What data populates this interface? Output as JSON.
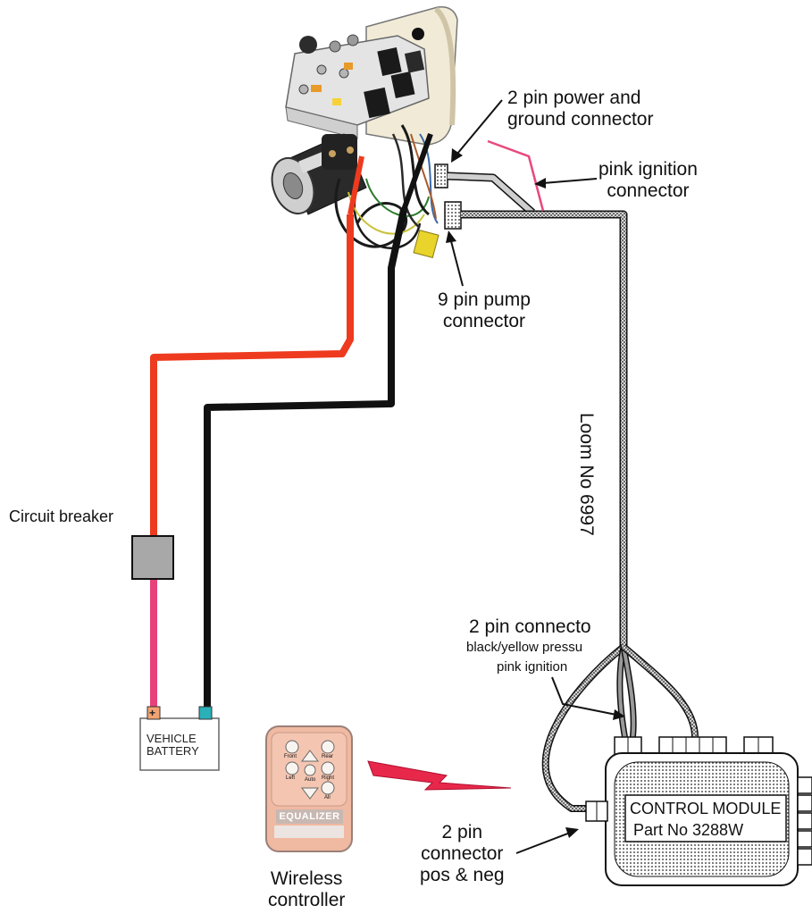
{
  "labels": {
    "power_ground_line1": "2 pin power and",
    "power_ground_line2": "ground connector",
    "pink_ignition_line1": "pink ignition",
    "pink_ignition_line2": "connector",
    "pump_line1": "9 pin pump",
    "pump_line2": "connector",
    "loom": "Loom No 6997",
    "circuit_breaker": "Circuit  breaker",
    "two_pin_connecto": "2 pin connecto",
    "black_yellow": "black/yellow pressu",
    "pink_ignition_small": "pink ignition",
    "pos_neg_line1": "2 pin",
    "pos_neg_line2": "connector",
    "pos_neg_line3": "pos & neg",
    "wireless_line1": "Wireless",
    "wireless_line2": "controller"
  },
  "battery": {
    "line1": "VEHICLE",
    "line2": "BATTERY",
    "plus": "+"
  },
  "control_module": {
    "line1": "CONTROL MODULE",
    "line2": "Part No 3288W"
  },
  "remote": {
    "brand": "EQUALIZER",
    "buttons": [
      "Front",
      "Rear",
      "Left",
      "Right",
      "Auto",
      "All"
    ]
  },
  "colors": {
    "positive_cable": "#ee3a1e",
    "negative_cable": "#111111",
    "fused_cable": "#e8407a",
    "pink_wire": "#e84a7c",
    "lightning": "#e8284a",
    "breaker": "#a8a8a8",
    "remote_body": "#f0b9a2"
  }
}
